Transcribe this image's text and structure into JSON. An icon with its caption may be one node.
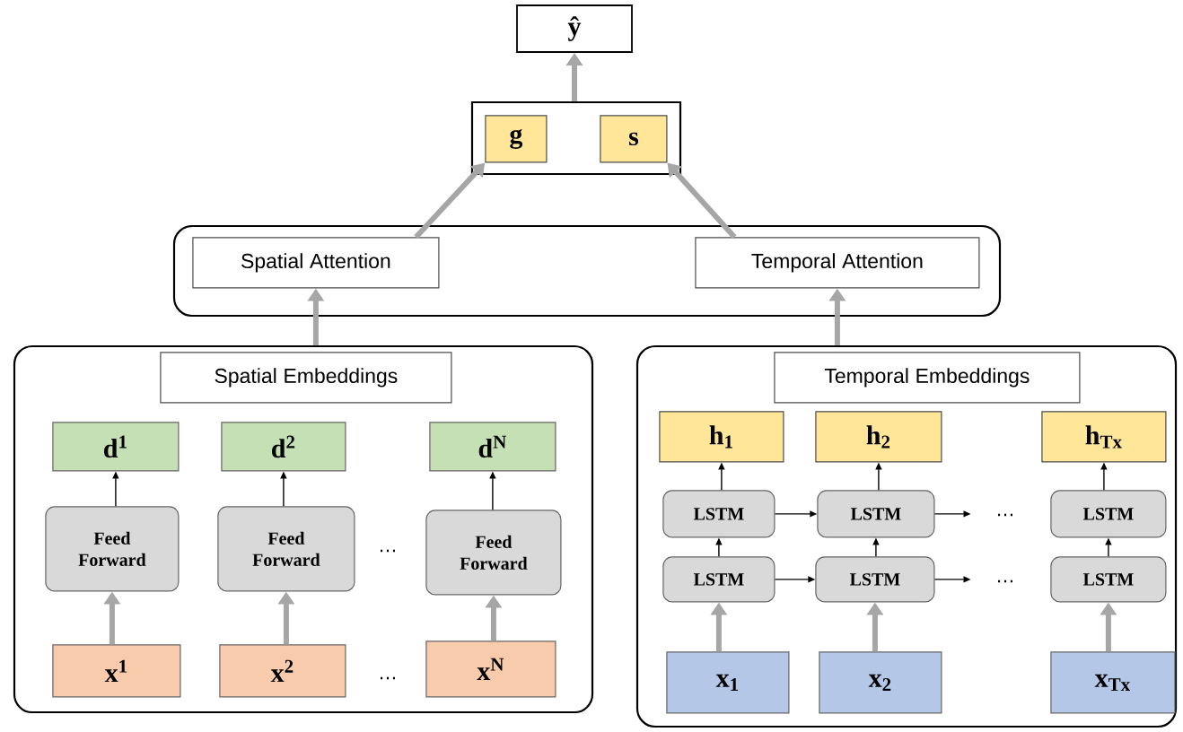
{
  "diagram": {
    "nodes": [
      {
        "text": [
          "ŷ"
        ]
      },
      {
        "text": [],
        "shape": "box"
      },
      {
        "text": [
          "g"
        ],
        "in": 1
      },
      {
        "text": [
          "s"
        ],
        "in": 1
      },
      {
        "text": [],
        "shape": "box"
      },
      {
        "text": [
          "Spatial Attention"
        ],
        "in": 4
      },
      {
        "text": [
          "Temporal Attention"
        ],
        "in": 4
      },
      {
        "text": [],
        "shape": "box"
      },
      {
        "text": [
          "Spatial Embeddings"
        ],
        "in": 7
      },
      {
        "text": [
          "d$^{1}$"
        ],
        "in": 7
      },
      {
        "text": [
          "d$^{2}$"
        ],
        "in": 7
      },
      {
        "text": [
          "d$^{N}$"
        ],
        "in": 7
      },
      {
        "text": [
          "Feed Forward"
        ],
        "in": 7
      },
      {
        "text": [
          "Feed Forward"
        ],
        "in": 7
      },
      {
        "text": [
          "Feed Forward"
        ],
        "in": 7
      },
      {
        "text": [
          "x$^{1}$"
        ],
        "in": 7
      },
      {
        "text": [
          "x$^{2}$"
        ],
        "in": 7
      },
      {
        "text": [
          "x$^{N}$"
        ],
        "in": 7
      },
      {
        "text": [],
        "shape": "box"
      },
      {
        "text": [
          "Temporal Embeddings"
        ],
        "in": 18
      },
      {
        "text": [
          "h$_{1}$"
        ],
        "in": 18
      },
      {
        "text": [
          "h$_{2}$"
        ],
        "in": 18
      },
      {
        "text": [
          "h$_{Tx}$"
        ],
        "in": 18
      },
      {
        "text": [
          "LSTM"
        ],
        "in": 18
      },
      {
        "text": [
          "LSTM"
        ],
        "in": 18
      },
      {
        "text": [
          "LSTM"
        ],
        "in": 18
      },
      {
        "text": [
          "LSTM"
        ],
        "in": 18
      },
      {
        "text": [
          "LSTM"
        ],
        "in": 18
      },
      {
        "text": [
          "LSTM"
        ],
        "in": 18
      },
      {
        "text": [
          "x$_{1}$"
        ],
        "in": 18
      },
      {
        "text": [
          "x$_{2}$"
        ],
        "in": 18
      },
      {
        "text": [
          "x$_{Tx}$"
        ],
        "in": 18
      }
    ],
    "edges": [
      {
        "from": 1,
        "to": 0,
        "arrow": "to",
        "style": "thick",
        "color": "#a6a6a6"
      },
      {
        "from": 5,
        "to": 2,
        "arrow": "to",
        "style": "thick",
        "color": "#a6a6a6"
      },
      {
        "from": 6,
        "to": 3,
        "arrow": "to",
        "style": "thick",
        "color": "#a6a6a6"
      },
      {
        "from": 7,
        "to": 5,
        "arrow": "to",
        "style": "thick",
        "color": "#a6a6a6"
      },
      {
        "from": 18,
        "to": 6,
        "arrow": "to",
        "style": "thick",
        "color": "#a6a6a6"
      },
      {
        "from": 12,
        "to": 9,
        "arrow": "to"
      },
      {
        "from": 13,
        "to": 10,
        "arrow": "to"
      },
      {
        "from": 14,
        "to": 11,
        "arrow": "to"
      },
      {
        "from": 15,
        "to": 12,
        "arrow": "to",
        "style": "thick",
        "color": "#a6a6a6"
      },
      {
        "from": 16,
        "to": 13,
        "arrow": "to",
        "style": "thick",
        "color": "#a6a6a6"
      },
      {
        "from": 17,
        "to": 14,
        "arrow": "to",
        "style": "thick",
        "color": "#a6a6a6"
      },
      {
        "from": 23,
        "to": 20,
        "arrow": "to"
      },
      {
        "from": 24,
        "to": 21,
        "arrow": "to"
      },
      {
        "from": 25,
        "to": 22,
        "arrow": "to"
      },
      {
        "from": 26,
        "to": 23,
        "arrow": "to"
      },
      {
        "from": 27,
        "to": 24,
        "arrow": "to"
      },
      {
        "from": 28,
        "to": 25,
        "arrow": "to"
      },
      {
        "from": 29,
        "to": 26,
        "arrow": "to",
        "style": "thick",
        "color": "#a6a6a6"
      },
      {
        "from": 30,
        "to": 27,
        "arrow": "to",
        "style": "thick",
        "color": "#a6a6a6"
      },
      {
        "from": 31,
        "to": 28,
        "arrow": "to",
        "style": "thick",
        "color": "#a6a6a6"
      },
      {
        "from": 23,
        "to": 24,
        "arrow": "to"
      },
      {
        "from": 26,
        "to": 27,
        "arrow": "to"
      },
      {
        "from": 24,
        "to": null,
        "arrow": "to"
      },
      {
        "from": 27,
        "to": null,
        "arrow": "to"
      }
    ],
    "labels": [
      "…",
      "…",
      "…",
      "…"
    ]
  }
}
